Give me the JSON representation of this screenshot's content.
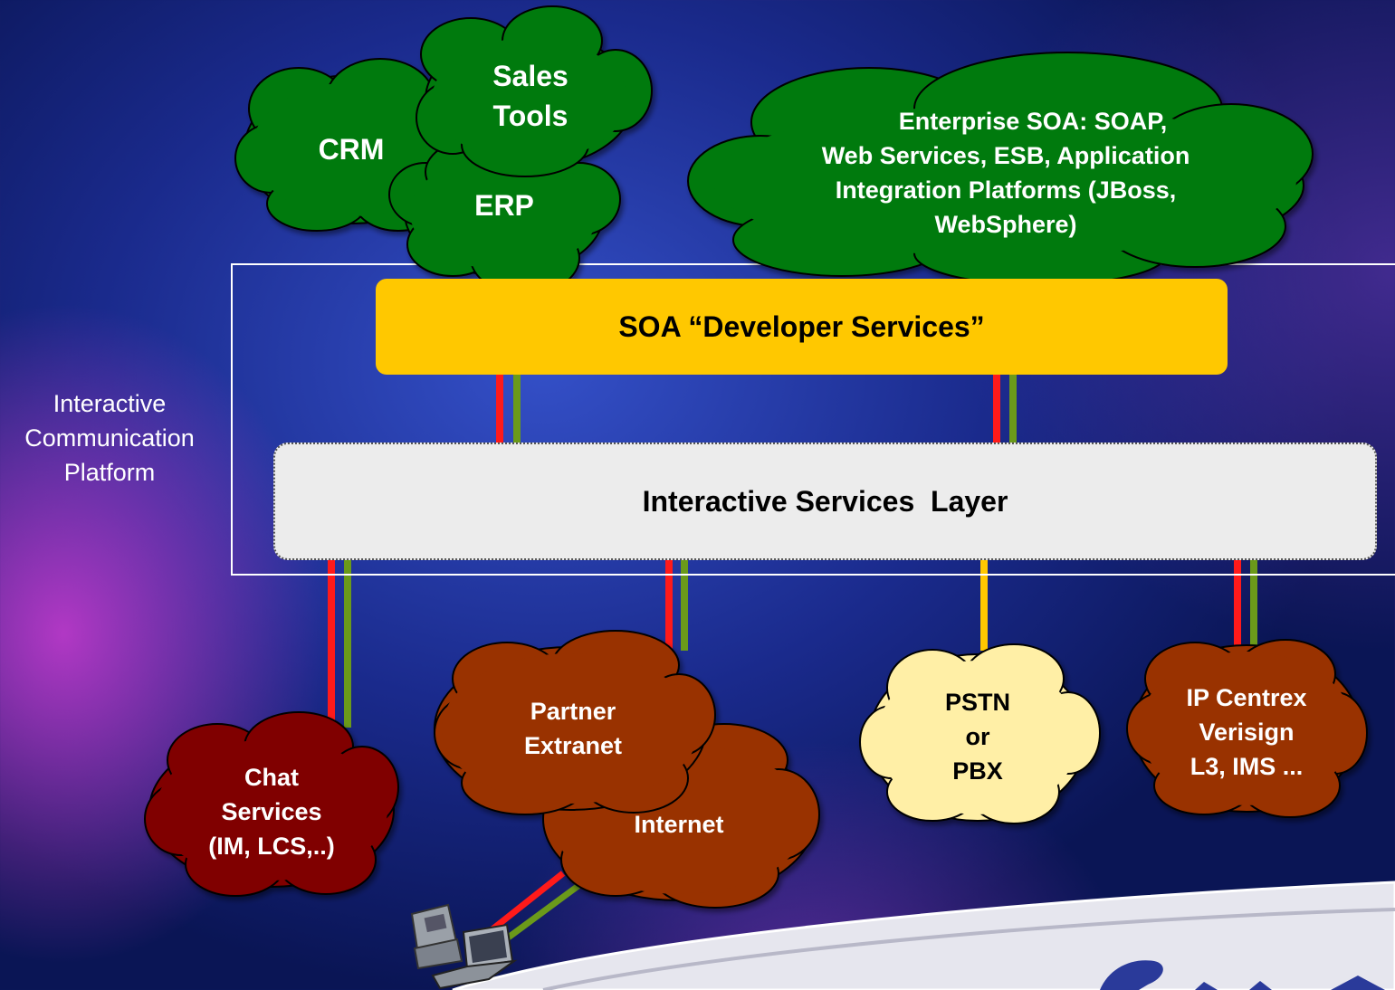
{
  "platform_label": [
    "Interactive",
    "Communication",
    "Platform"
  ],
  "soa_bar": {
    "label": "SOA “Developer Services”"
  },
  "services_layer": {
    "label": "Interactive Services  Layer"
  },
  "top_clouds": {
    "crm": [
      "CRM"
    ],
    "sales_tools": [
      "Sales",
      "Tools"
    ],
    "erp": [
      "ERP"
    ],
    "enterprise_soa": [
      "Enterprise SOA: SOAP,",
      "Web Services, ESB, Application",
      "Integration Platforms (JBoss,",
      "WebSphere)"
    ]
  },
  "bottom_clouds": {
    "chat": [
      "Chat",
      "Services",
      "(IM, LCS,..)"
    ],
    "partner_extranet": [
      "Partner",
      "Extranet"
    ],
    "internet": [
      "Internet"
    ],
    "pstn": [
      "PSTN",
      "or",
      "PBX"
    ],
    "ip_centrex": [
      "IP Centrex",
      "Verisign",
      "L3, IMS ..."
    ]
  },
  "colors": {
    "cloud_green": "#047a0a",
    "cloud_brown": "#993300",
    "cloud_maroon": "#800000",
    "cloud_cream": "#ffefa6",
    "soa_yellow": "#ffc800",
    "line_red": "#ff1a1a",
    "line_green": "#6b9a1a",
    "line_yellow": "#ffc800"
  },
  "icons": [
    "ip-phone-icon",
    "laptop-icon",
    "logo-swoosh"
  ]
}
